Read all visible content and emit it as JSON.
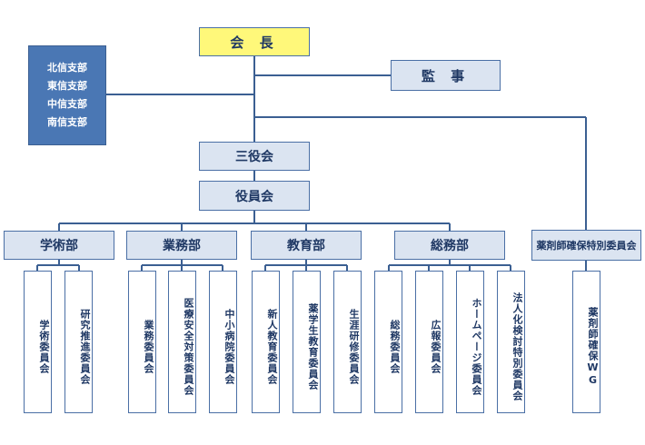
{
  "chair": "会 長",
  "audit": "監 事",
  "branches": [
    "北信支部",
    "東信支部",
    "中信支部",
    "南信支部"
  ],
  "sanyakukai": "三役会",
  "yakuinkai": "役員会",
  "departments": [
    {
      "name": "学術部",
      "committees": [
        "学術委員会",
        "研究推進委員会"
      ]
    },
    {
      "name": "業務部",
      "committees": [
        "業務委員会",
        "医療安全対策委員会",
        "中小病院委員会"
      ]
    },
    {
      "name": "教育部",
      "committees": [
        "新人教育委員会",
        "薬学生教育委員会",
        "生涯研修委員会"
      ]
    },
    {
      "name": "総務部",
      "committees": [
        "総務委員会",
        "広報委員会",
        "ホームページ委員会",
        "法人化検討特別委員会"
      ]
    }
  ],
  "special_committee": "薬剤師確保特別委員会",
  "wg": "薬剤師確保WG"
}
